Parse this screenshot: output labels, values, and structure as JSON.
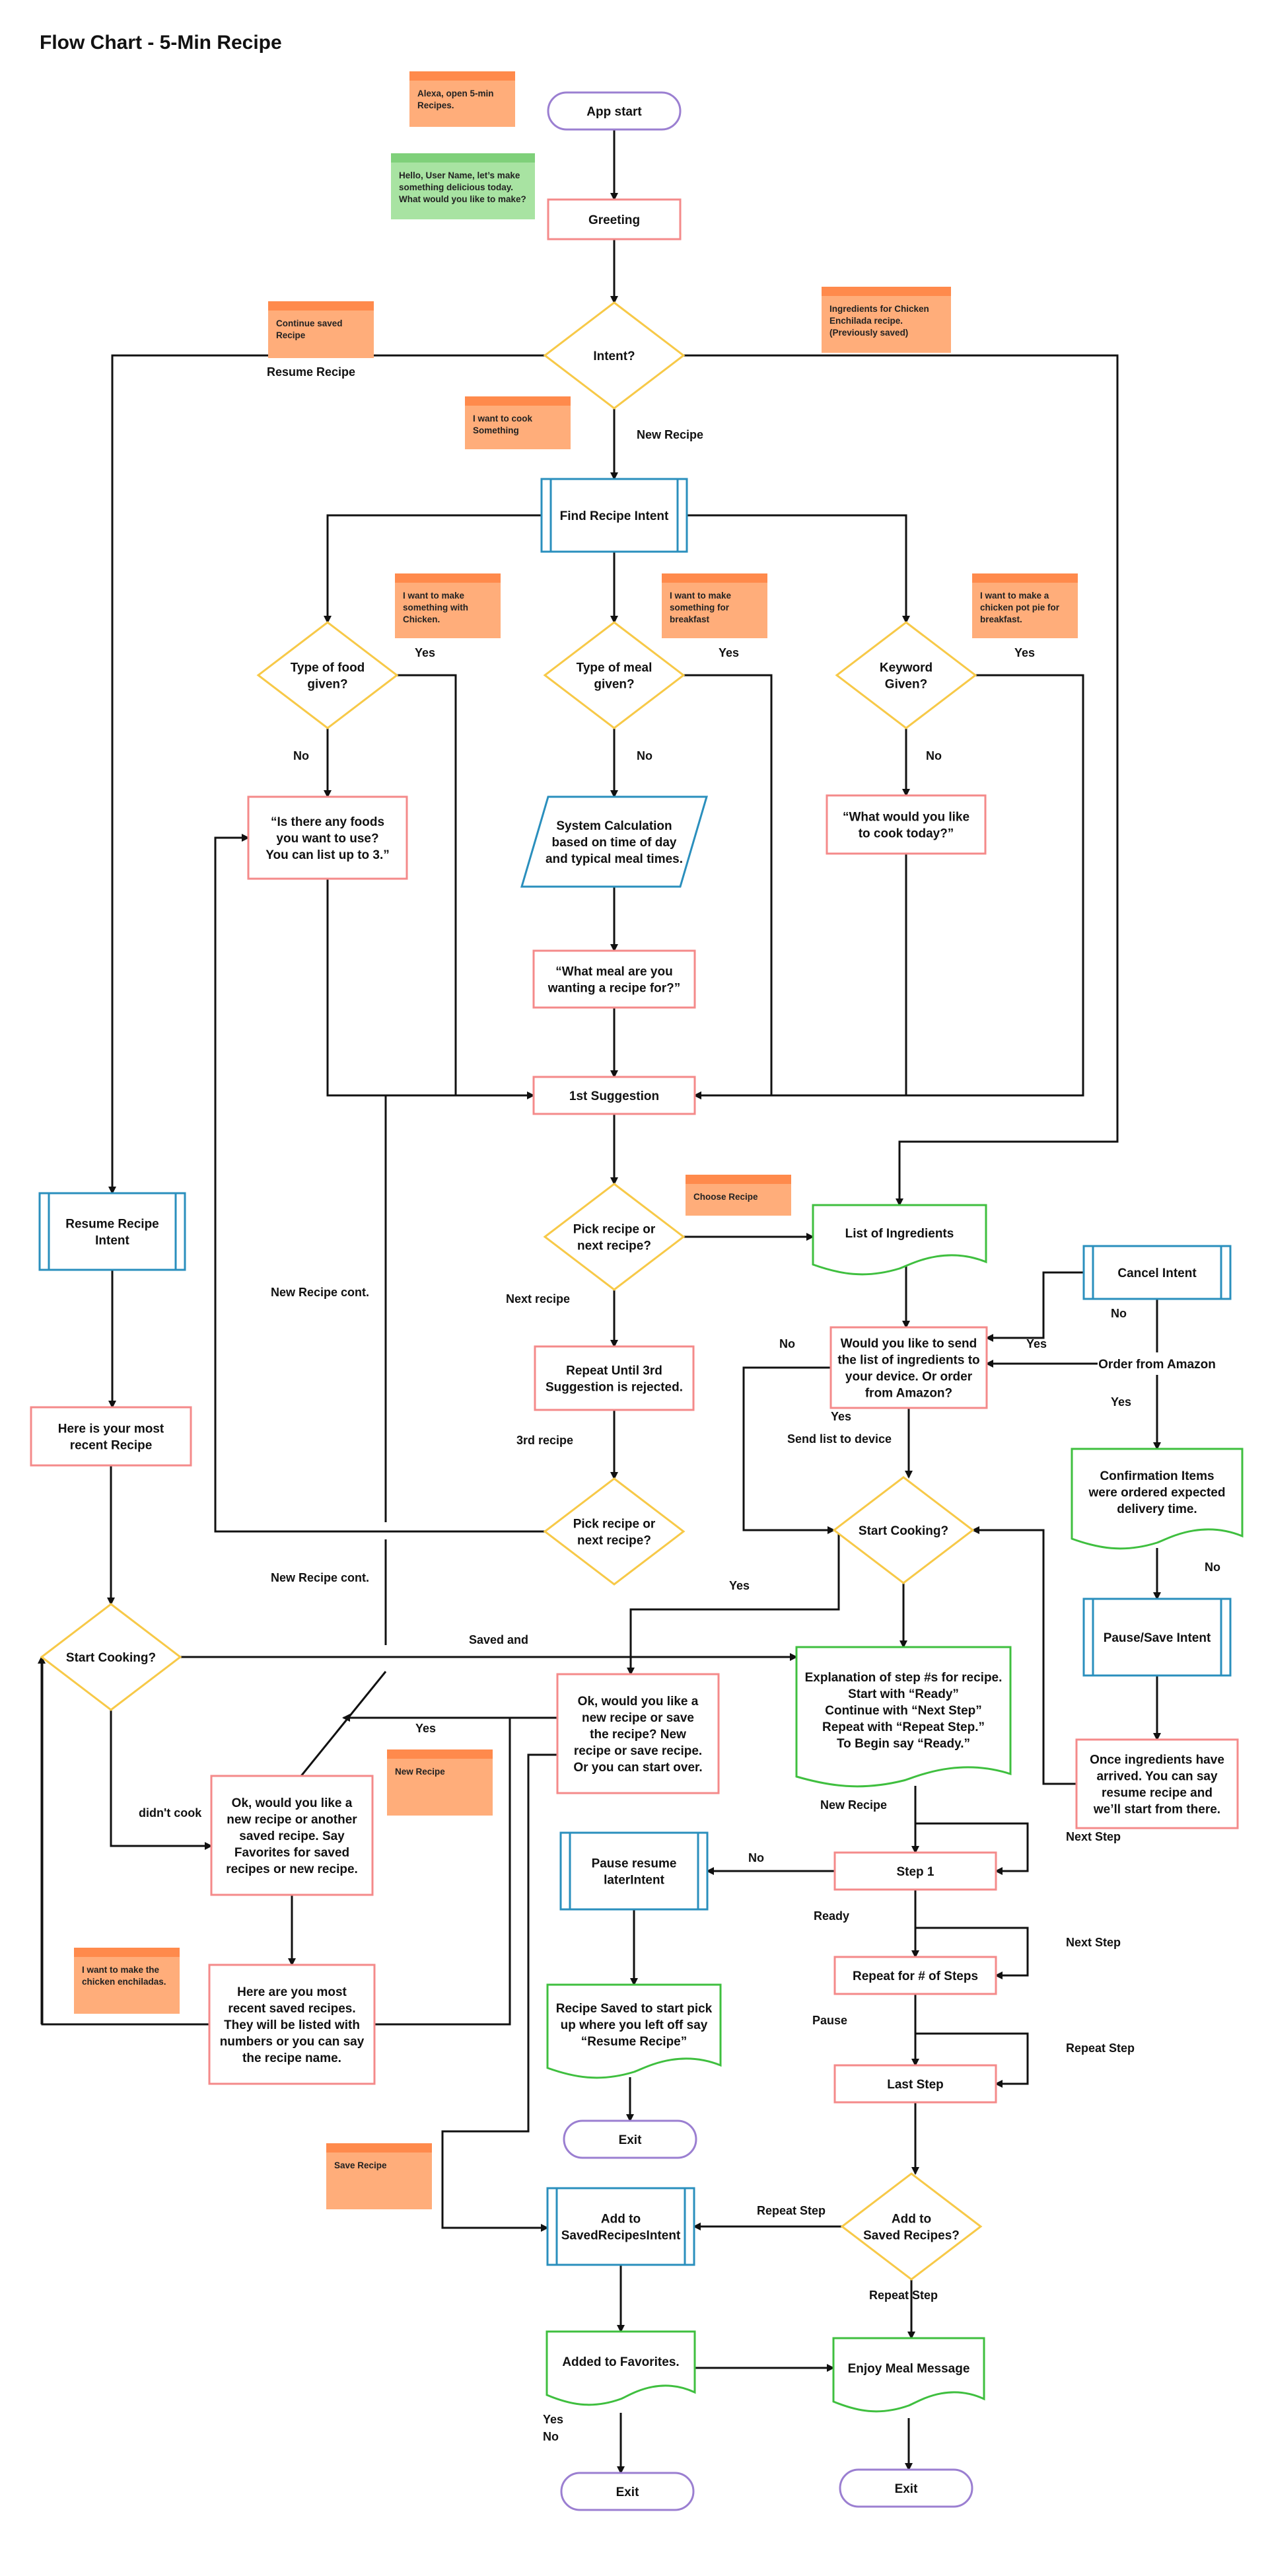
{
  "title": "Flow Chart - 5-Min Recipe",
  "colors": {
    "terminal": "#9b7fd1",
    "process": "#f48a8a",
    "decision": "#f7c948",
    "intent": "#2a8fbd",
    "output": "#3fbf3f",
    "note_orange": "#ffad7a",
    "note_orange_top": "#ff8a4c",
    "note_green": "#a8e3a2",
    "note_green_top": "#7fd07a",
    "line": "#111111"
  },
  "nodes": [
    {
      "id": "app_start",
      "type": "terminal",
      "lines": [
        "App start"
      ]
    },
    {
      "id": "greeting",
      "type": "process",
      "lines": [
        "Greeting"
      ]
    },
    {
      "id": "intent",
      "type": "decision",
      "lines": [
        "Intent?"
      ]
    },
    {
      "id": "find_recipe",
      "type": "intent",
      "lines": [
        "Find Recipe Intent"
      ]
    },
    {
      "id": "type_food",
      "type": "decision",
      "lines": [
        "Type of food",
        "given?"
      ]
    },
    {
      "id": "type_meal",
      "type": "decision",
      "lines": [
        "Type of meal",
        "given?"
      ]
    },
    {
      "id": "keyword",
      "type": "decision",
      "lines": [
        "Keyword",
        "Given?"
      ]
    },
    {
      "id": "any_foods",
      "type": "process",
      "lines": [
        "“Is there any foods",
        "you want to use?",
        "You can list up to 3.”"
      ]
    },
    {
      "id": "system_calc",
      "type": "io",
      "lines": [
        "System Calculation",
        "based on time of day",
        "and typical meal times."
      ]
    },
    {
      "id": "what_cook",
      "type": "process",
      "lines": [
        "“What would you like",
        "to cook today?”"
      ]
    },
    {
      "id": "what_meal",
      "type": "process",
      "lines": [
        "“What meal are you",
        "wanting a recipe for?”"
      ]
    },
    {
      "id": "first_suggestion",
      "type": "process",
      "lines": [
        "1st Suggestion"
      ]
    },
    {
      "id": "pick_recipe",
      "type": "decision",
      "lines": [
        "Pick recipe or",
        "next recipe?"
      ]
    },
    {
      "id": "repeat_until",
      "type": "process",
      "lines": [
        "Repeat Until 3rd",
        "Suggestion is rejected."
      ]
    },
    {
      "id": "pick_recipe2",
      "type": "decision",
      "lines": [
        "Pick recipe or",
        "next recipe?"
      ]
    },
    {
      "id": "resume_intent",
      "type": "intent",
      "lines": [
        "Resume Recipe",
        "Intent"
      ]
    },
    {
      "id": "recent_recipe",
      "type": "process",
      "lines": [
        "Here is your most",
        "recent Recipe"
      ]
    },
    {
      "id": "start_cooking_left",
      "type": "decision",
      "lines": [
        "Start Cooking?"
      ]
    },
    {
      "id": "list_ingredients",
      "type": "output",
      "lines": [
        "List of Ingredients"
      ]
    },
    {
      "id": "send_list",
      "type": "process",
      "lines": [
        "Would you like to send",
        "the list of ingredients to",
        "your device. Or order",
        "from Amazon?"
      ]
    },
    {
      "id": "cancel_intent",
      "type": "intent",
      "lines": [
        "Cancel Intent"
      ]
    },
    {
      "id": "order_amazon",
      "type": "plain",
      "lines": [
        "Order from Amazon"
      ]
    },
    {
      "id": "confirmation",
      "type": "output",
      "lines": [
        "Confirmation Items",
        "were ordered expected",
        "delivery time."
      ]
    },
    {
      "id": "pause_save",
      "type": "intent",
      "lines": [
        "Pause/Save Intent"
      ]
    },
    {
      "id": "once_arrived",
      "type": "process",
      "lines": [
        "Once ingredients have",
        "arrived. You can say",
        "resume recipe and",
        "we’ll start from there."
      ]
    },
    {
      "id": "start_cooking_right",
      "type": "decision",
      "lines": [
        "Start Cooking?"
      ]
    },
    {
      "id": "explanation",
      "type": "output",
      "lines": [
        "Explanation of step #s for recipe.",
        "Start with “Ready”",
        "Continue with “Next Step”",
        "Repeat with “Repeat Step.”",
        "To Begin say  “Ready.”"
      ]
    },
    {
      "id": "ok_new_save",
      "type": "process",
      "lines": [
        "Ok, would you like a",
        "new recipe or save",
        "the recipe? New",
        "recipe or save recipe.",
        "Or you can start over."
      ]
    },
    {
      "id": "ok_favorites",
      "type": "process",
      "lines": [
        "Ok, would you like a",
        "new recipe or another",
        "saved recipe. Say",
        "Favorites for saved",
        "recipes or new recipe."
      ]
    },
    {
      "id": "recent_saved",
      "type": "process",
      "lines": [
        "Here are you most",
        "recent saved recipes.",
        "They will be listed with",
        "numbers or you can say",
        "the recipe name."
      ]
    },
    {
      "id": "pause_resume",
      "type": "intent",
      "lines": [
        "Pause resume",
        "laterIntent"
      ]
    },
    {
      "id": "recipe_saved",
      "type": "output",
      "lines": [
        "Recipe Saved to start pick",
        "up where you left off say",
        "“Resume Recipe”"
      ]
    },
    {
      "id": "exit1",
      "type": "terminal",
      "lines": [
        "Exit"
      ]
    },
    {
      "id": "step1",
      "type": "process",
      "lines": [
        "Step 1"
      ]
    },
    {
      "id": "repeat_steps",
      "type": "process",
      "lines": [
        "Repeat for # of Steps"
      ]
    },
    {
      "id": "last_step",
      "type": "process",
      "lines": [
        "Last Step"
      ]
    },
    {
      "id": "add_saved_q",
      "type": "decision",
      "lines": [
        "Add to",
        "Saved Recipes?"
      ]
    },
    {
      "id": "add_saved_intent",
      "type": "intent",
      "lines": [
        "Add to",
        "SavedRecipesIntent"
      ]
    },
    {
      "id": "added_fav",
      "type": "output",
      "lines": [
        "Added to Favorites."
      ]
    },
    {
      "id": "enjoy_meal",
      "type": "output",
      "lines": [
        "Enjoy Meal Message"
      ]
    },
    {
      "id": "exit2",
      "type": "terminal",
      "lines": [
        "Exit"
      ]
    },
    {
      "id": "exit3",
      "type": "terminal",
      "lines": [
        "Exit"
      ]
    }
  ],
  "notes": [
    {
      "id": "n_alexa",
      "color": "orange",
      "lines": [
        "Alexa, open 5-min",
        "Recipes."
      ]
    },
    {
      "id": "n_hello",
      "color": "green",
      "lines": [
        "Hello, User Name, let’s make",
        "something delicious today.",
        "What would you like to make?"
      ]
    },
    {
      "id": "n_continue",
      "color": "orange",
      "lines": [
        "Continue saved",
        "Recipe"
      ]
    },
    {
      "id": "n_ingredients",
      "color": "orange",
      "lines": [
        "Ingredients for Chicken",
        "Enchilada recipe.",
        "(Previously saved)"
      ]
    },
    {
      "id": "n_want_cook",
      "color": "orange",
      "lines": [
        "I want to cook",
        "Something"
      ]
    },
    {
      "id": "n_chicken",
      "color": "orange",
      "lines": [
        "I want to make",
        "something with",
        "Chicken."
      ]
    },
    {
      "id": "n_breakfast",
      "color": "orange",
      "lines": [
        "I want to make",
        "something for",
        "breakfast"
      ]
    },
    {
      "id": "n_potpie",
      "color": "orange",
      "lines": [
        "I want to make a",
        "chicken pot pie for",
        "breakfast."
      ]
    },
    {
      "id": "n_choose",
      "color": "orange",
      "lines": [
        "Choose Recipe"
      ]
    },
    {
      "id": "n_new_recipe",
      "color": "orange",
      "lines": [
        "New Recipe"
      ]
    },
    {
      "id": "n_enchiladas",
      "color": "orange",
      "lines": [
        "I want to make the",
        "chicken enchiladas."
      ]
    },
    {
      "id": "n_save_recipe",
      "color": "orange",
      "lines": [
        "Save Recipe"
      ]
    }
  ],
  "edge_labels": [
    "Resume Recipe",
    "New Recipe",
    "Yes",
    "Yes",
    "Yes",
    "No",
    "No",
    "No",
    "New Recipe cont.",
    "Next recipe",
    "3rd recipe",
    "New Recipe cont.",
    "No",
    "Yes",
    "No",
    "Yes",
    "Send list to device",
    "Yes",
    "No",
    "Yes",
    "Yes",
    "New Recipe",
    "No",
    "Ready",
    "Pause",
    "Next Step",
    "Next Step",
    "Repeat Step",
    "Repeat Step",
    "Repeat Step",
    "Yes",
    "No",
    "Saved and",
    "didn't cook"
  ]
}
